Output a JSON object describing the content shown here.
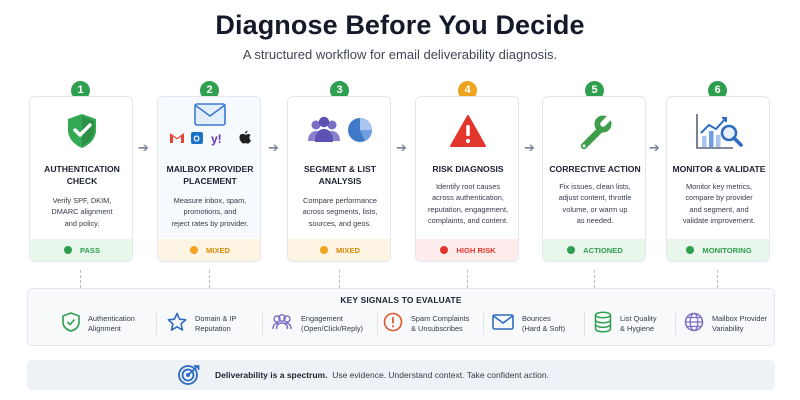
{
  "title": "Diagnose Before You Decide",
  "subtitle": "A structured workflow for email deliverability diagnosis.",
  "steps": [
    {
      "number": "1",
      "title": "AUTHENTICATION\nCHECK",
      "description": "Verify SPF, DKIM,\nDMARC alignment\nand policy.",
      "status": "PASS",
      "icon": "shield-check-icon",
      "accent": "#2e9e4f"
    },
    {
      "number": "2",
      "title": "MAILBOX PROVIDER\nPLACEMENT",
      "description": "Measure inbox, spam,\npromotions, and\nreject rates by provider.",
      "status": "MIXED",
      "icon": "envelope-icon",
      "accent": "#f0a31e"
    },
    {
      "number": "3",
      "title": "SEGMENT & LIST\nANALYSIS",
      "description": "Compare performance\nacross segments, lists,\nsources, and geos.",
      "status": "MIXED",
      "icon": "users-pie-icon",
      "accent": "#f0a31e"
    },
    {
      "number": "4",
      "title": "RISK DIAGNOSIS",
      "description": "Identify root causes\nacross authentication,\nreputation, engagement,\ncomplaints, and content.",
      "status": "HIGH RISK",
      "icon": "warning-icon",
      "accent": "#e0362c"
    },
    {
      "number": "5",
      "title": "CORRECTIVE ACTION",
      "description": "Fix issues, clean lists,\nadjust content, throttle\nvolume, or warm up\nas needed.",
      "status": "ACTIONED",
      "icon": "wrench-icon",
      "accent": "#2e9e4f"
    },
    {
      "number": "6",
      "title": "MONITOR & VALIDATE",
      "description": "Monitor key metrics,\ncompare by provider\nand segment, and\nvalidate improvement.",
      "status": "MONITORING",
      "icon": "chart-magnifier-icon",
      "accent": "#2e9e4f"
    }
  ],
  "signals_title": "KEY SIGNALS TO EVALUATE",
  "signals": [
    {
      "label": "Authentication\nAlignment",
      "icon": "shield-icon"
    },
    {
      "label": "Domain & IP\nReputation",
      "icon": "star-icon"
    },
    {
      "label": "Engagement\n(Open/Click/Reply)",
      "icon": "users-icon"
    },
    {
      "label": "Spam Complaints\n& Unsubscribes",
      "icon": "alert-icon"
    },
    {
      "label": "Bounces\n(Hard & Soft)",
      "icon": "mail-icon"
    },
    {
      "label": "List Quality\n& Hygiene",
      "icon": "database-icon"
    },
    {
      "label": "Mailbox Provider\nVariability",
      "icon": "globe-icon"
    }
  ],
  "footer": {
    "bold": "Deliverability is a spectrum.",
    "rest": "Use evidence. Understand context. Take confident action."
  },
  "colors": {
    "green": "#2e9e4f",
    "amber": "#f0a31e",
    "red": "#e0362c",
    "blue": "#2d6cc0"
  }
}
